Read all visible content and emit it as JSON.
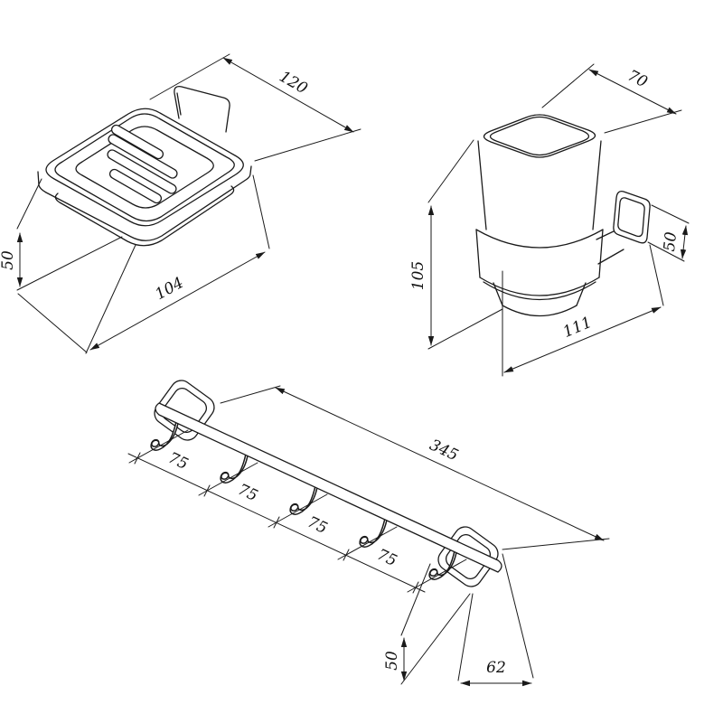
{
  "colors": {
    "line": "#1a1a1a",
    "background": "#ffffff",
    "text": "#111111"
  },
  "drawing": {
    "soap_dish": {
      "width": "120",
      "depth": "104",
      "height": "50"
    },
    "tumbler": {
      "top_width": "70",
      "height": "105",
      "bracket_height": "50",
      "depth": "111"
    },
    "hook_rail": {
      "length": "345",
      "spacing": [
        "75",
        "75",
        "75",
        "75"
      ],
      "plate_height": "50",
      "plate_width": "62"
    }
  }
}
